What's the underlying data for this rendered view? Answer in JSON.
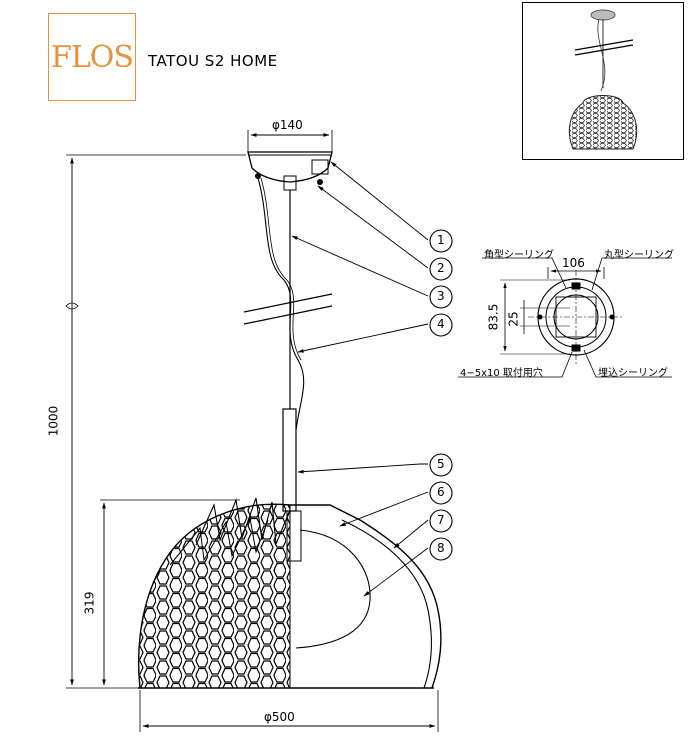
{
  "brand": {
    "logo_text": "FLOS",
    "color": "#e8903a"
  },
  "product": {
    "title": "TATOU S2 HOME"
  },
  "dimensions": {
    "canopy_diameter": "φ140",
    "total_height": "1000",
    "shade_height": "319",
    "shade_diameter": "φ500"
  },
  "callouts": [
    "1",
    "2",
    "3",
    "4",
    "5",
    "6",
    "7",
    "8"
  ],
  "ceiling_detail": {
    "width": "106",
    "height_outer": "83.5",
    "height_inner": "25",
    "label_square_rosette": "角型シーリング",
    "label_round_rosette": "丸型シーリング",
    "label_mounting_holes": "4−5x10 取付用穴",
    "label_recessed_rosette": "埋込シーリング"
  },
  "icons": {
    "thumbnail": "lamp-photo-thumbnail"
  }
}
